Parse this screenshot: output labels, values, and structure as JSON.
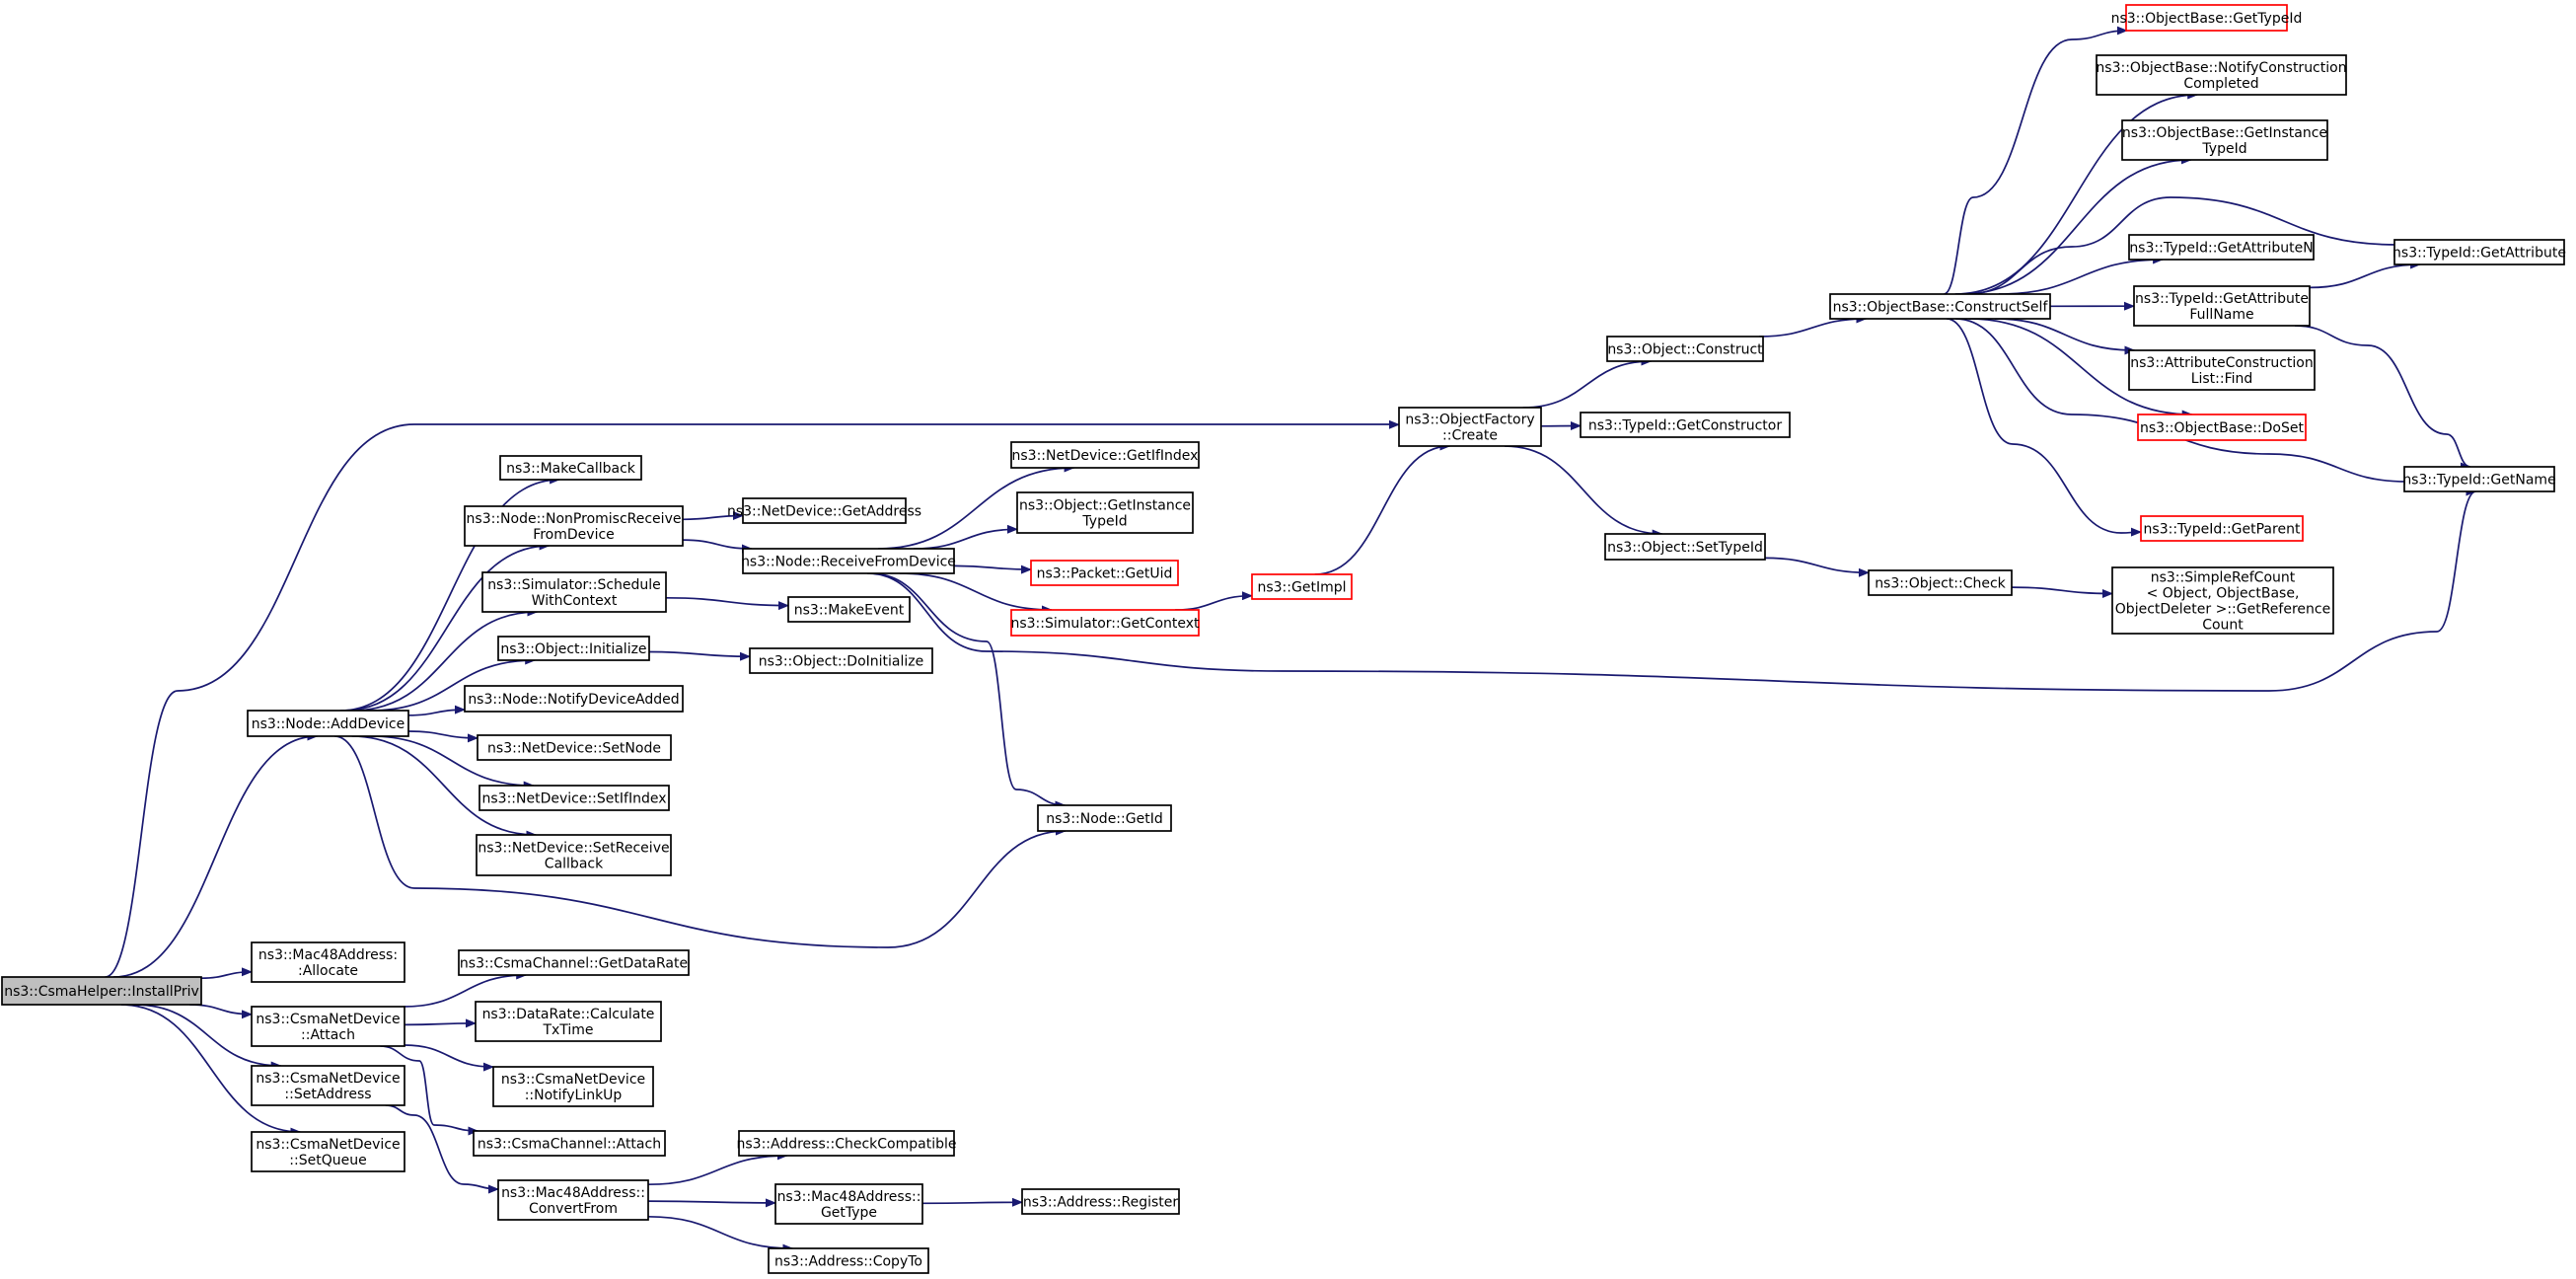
{
  "colors": {
    "edge": "#191970",
    "box_border": "#000000",
    "box_border_truncated": "#ff0000",
    "box_fill": "#ffffff",
    "root_fill": "#bfbfbf"
  },
  "nodes": [
    {
      "id": "root",
      "lines": [
        "ns3::CsmaHelper::InstallPriv"
      ],
      "style": "root"
    },
    {
      "id": "objfactory_create",
      "lines": [
        "ns3::ObjectFactory",
        "::Create"
      ],
      "style": "normal"
    },
    {
      "id": "makecallback",
      "lines": [
        "ns3::MakeCallback"
      ],
      "style": "normal"
    },
    {
      "id": "node_nonpromisc",
      "lines": [
        "ns3::Node::NonPromiscReceive",
        "FromDevice"
      ],
      "style": "normal"
    },
    {
      "id": "sim_schedule",
      "lines": [
        "ns3::Simulator::Schedule",
        "WithContext"
      ],
      "style": "normal"
    },
    {
      "id": "obj_initialize",
      "lines": [
        "ns3::Object::Initialize"
      ],
      "style": "normal"
    },
    {
      "id": "node_adddevice",
      "lines": [
        "ns3::Node::AddDevice"
      ],
      "style": "normal"
    },
    {
      "id": "node_notify",
      "lines": [
        "ns3::Node::NotifyDeviceAdded"
      ],
      "style": "normal"
    },
    {
      "id": "nd_setnode",
      "lines": [
        "ns3::NetDevice::SetNode"
      ],
      "style": "normal"
    },
    {
      "id": "nd_setifindex",
      "lines": [
        "ns3::NetDevice::SetIfIndex"
      ],
      "style": "normal"
    },
    {
      "id": "nd_setreceive",
      "lines": [
        "ns3::NetDevice::SetReceive",
        "Callback"
      ],
      "style": "normal"
    },
    {
      "id": "nd_getaddress",
      "lines": [
        "ns3::NetDevice::GetAddress"
      ],
      "style": "normal"
    },
    {
      "id": "node_receive",
      "lines": [
        "ns3::Node::ReceiveFromDevice"
      ],
      "style": "normal"
    },
    {
      "id": "nd_getifindex",
      "lines": [
        "ns3::NetDevice::GetIfIndex"
      ],
      "style": "normal"
    },
    {
      "id": "obj_getinstance",
      "lines": [
        "ns3::Object::GetInstance",
        "TypeId"
      ],
      "style": "normal"
    },
    {
      "id": "pkt_getuid",
      "lines": [
        "ns3::Packet::GetUid"
      ],
      "style": "truncated"
    },
    {
      "id": "sim_getcontext",
      "lines": [
        "ns3::Simulator::GetContext"
      ],
      "style": "truncated"
    },
    {
      "id": "makeevent",
      "lines": [
        "ns3::MakeEvent"
      ],
      "style": "normal"
    },
    {
      "id": "obj_doinit",
      "lines": [
        "ns3::Object::DoInitialize"
      ],
      "style": "normal"
    },
    {
      "id": "getimpl",
      "lines": [
        "ns3::GetImpl"
      ],
      "style": "truncated"
    },
    {
      "id": "node_getid",
      "lines": [
        "ns3::Node::GetId"
      ],
      "style": "normal"
    },
    {
      "id": "obj_construct",
      "lines": [
        "ns3::Object::Construct"
      ],
      "style": "normal"
    },
    {
      "id": "typeid_getctor",
      "lines": [
        "ns3::TypeId::GetConstructor"
      ],
      "style": "normal"
    },
    {
      "id": "obj_settypeid",
      "lines": [
        "ns3::Object::SetTypeId"
      ],
      "style": "normal"
    },
    {
      "id": "ob_constructself",
      "lines": [
        "ns3::ObjectBase::ConstructSelf"
      ],
      "style": "normal"
    },
    {
      "id": "obj_check",
      "lines": [
        "ns3::Object::Check"
      ],
      "style": "normal"
    },
    {
      "id": "ob_gettypeid",
      "lines": [
        "ns3::ObjectBase::GetTypeId"
      ],
      "style": "truncated"
    },
    {
      "id": "ob_notifyconstr",
      "lines": [
        "ns3::ObjectBase::NotifyConstruction",
        "Completed"
      ],
      "style": "normal"
    },
    {
      "id": "ob_getinstance",
      "lines": [
        "ns3::ObjectBase::GetInstance",
        "TypeId"
      ],
      "style": "normal"
    },
    {
      "id": "typeid_getattrn",
      "lines": [
        "ns3::TypeId::GetAttributeN"
      ],
      "style": "normal"
    },
    {
      "id": "typeid_getattrfull",
      "lines": [
        "ns3::TypeId::GetAttribute",
        "FullName"
      ],
      "style": "normal"
    },
    {
      "id": "attr_find",
      "lines": [
        "ns3::AttributeConstruction",
        "List::Find"
      ],
      "style": "normal"
    },
    {
      "id": "ob_doset",
      "lines": [
        "ns3::ObjectBase::DoSet"
      ],
      "style": "truncated"
    },
    {
      "id": "typeid_getparent",
      "lines": [
        "ns3::TypeId::GetParent"
      ],
      "style": "truncated"
    },
    {
      "id": "typeid_getattr",
      "lines": [
        "ns3::TypeId::GetAttribute"
      ],
      "style": "normal"
    },
    {
      "id": "typeid_getname",
      "lines": [
        "ns3::TypeId::GetName"
      ],
      "style": "normal"
    },
    {
      "id": "simplerefcount",
      "lines": [
        "ns3::SimpleRefCount",
        "< Object, ObjectBase,",
        "ObjectDeleter >::GetReference",
        "Count"
      ],
      "style": "normal"
    },
    {
      "id": "mac48_allocate",
      "lines": [
        "ns3::Mac48Address:",
        ":Allocate"
      ],
      "style": "normal"
    },
    {
      "id": "csmand_attach",
      "lines": [
        "ns3::CsmaNetDevice",
        "::Attach"
      ],
      "style": "normal"
    },
    {
      "id": "csmand_setaddress",
      "lines": [
        "ns3::CsmaNetDevice",
        "::SetAddress"
      ],
      "style": "normal"
    },
    {
      "id": "csmand_setqueue",
      "lines": [
        "ns3::CsmaNetDevice",
        "::SetQueue"
      ],
      "style": "normal"
    },
    {
      "id": "csmach_getdatarate",
      "lines": [
        "ns3::CsmaChannel::GetDataRate"
      ],
      "style": "normal"
    },
    {
      "id": "datarate_calc",
      "lines": [
        "ns3::DataRate::Calculate",
        "TxTime"
      ],
      "style": "normal"
    },
    {
      "id": "csmand_notifylinkup",
      "lines": [
        "ns3::CsmaNetDevice",
        "::NotifyLinkUp"
      ],
      "style": "normal"
    },
    {
      "id": "csmach_attach",
      "lines": [
        "ns3::CsmaChannel::Attach"
      ],
      "style": "normal"
    },
    {
      "id": "mac48_convertfrom",
      "lines": [
        "ns3::Mac48Address::",
        "ConvertFrom"
      ],
      "style": "normal"
    },
    {
      "id": "addr_checkcompat",
      "lines": [
        "ns3::Address::CheckCompatible"
      ],
      "style": "normal"
    },
    {
      "id": "mac48_gettype",
      "lines": [
        "ns3::Mac48Address::",
        "GetType"
      ],
      "style": "normal"
    },
    {
      "id": "addr_register",
      "lines": [
        "ns3::Address::Register"
      ],
      "style": "normal"
    },
    {
      "id": "addr_copyto",
      "lines": [
        "ns3::Address::CopyTo"
      ],
      "style": "normal"
    }
  ],
  "edges": [
    [
      "root",
      "objfactory_create"
    ],
    [
      "root",
      "node_adddevice"
    ],
    [
      "root",
      "mac48_allocate"
    ],
    [
      "root",
      "csmand_attach"
    ],
    [
      "root",
      "csmand_setaddress"
    ],
    [
      "root",
      "csmand_setqueue"
    ],
    [
      "node_adddevice",
      "makecallback"
    ],
    [
      "node_adddevice",
      "node_nonpromisc"
    ],
    [
      "node_adddevice",
      "sim_schedule"
    ],
    [
      "node_adddevice",
      "obj_initialize"
    ],
    [
      "node_adddevice",
      "node_notify"
    ],
    [
      "node_adddevice",
      "nd_setnode"
    ],
    [
      "node_adddevice",
      "nd_setifindex"
    ],
    [
      "node_adddevice",
      "nd_setreceive"
    ],
    [
      "node_adddevice",
      "node_getid"
    ],
    [
      "node_nonpromisc",
      "nd_getaddress"
    ],
    [
      "node_nonpromisc",
      "node_receive"
    ],
    [
      "node_receive",
      "nd_getifindex"
    ],
    [
      "node_receive",
      "obj_getinstance"
    ],
    [
      "node_receive",
      "pkt_getuid"
    ],
    [
      "node_receive",
      "sim_getcontext"
    ],
    [
      "node_receive",
      "node_getid"
    ],
    [
      "node_receive",
      "typeid_getname"
    ],
    [
      "sim_schedule",
      "makeevent"
    ],
    [
      "obj_initialize",
      "obj_doinit"
    ],
    [
      "sim_getcontext",
      "getimpl"
    ],
    [
      "getimpl",
      "objfactory_create"
    ],
    [
      "objfactory_create",
      "obj_construct"
    ],
    [
      "objfactory_create",
      "typeid_getctor"
    ],
    [
      "objfactory_create",
      "obj_settypeid"
    ],
    [
      "obj_construct",
      "ob_constructself"
    ],
    [
      "obj_settypeid",
      "obj_check"
    ],
    [
      "obj_check",
      "simplerefcount"
    ],
    [
      "ob_constructself",
      "ob_gettypeid"
    ],
    [
      "ob_constructself",
      "ob_notifyconstr"
    ],
    [
      "ob_constructself",
      "ob_getinstance"
    ],
    [
      "ob_constructself",
      "typeid_getattr"
    ],
    [
      "ob_constructself",
      "typeid_getattrn"
    ],
    [
      "ob_constructself",
      "typeid_getattrfull"
    ],
    [
      "ob_constructself",
      "attr_find"
    ],
    [
      "ob_constructself",
      "ob_doset"
    ],
    [
      "ob_constructself",
      "typeid_getparent"
    ],
    [
      "ob_constructself",
      "typeid_getname"
    ],
    [
      "typeid_getattrfull",
      "typeid_getattr"
    ],
    [
      "typeid_getattrfull",
      "typeid_getname"
    ],
    [
      "csmand_attach",
      "csmach_getdatarate"
    ],
    [
      "csmand_attach",
      "datarate_calc"
    ],
    [
      "csmand_attach",
      "csmand_notifylinkup"
    ],
    [
      "csmand_attach",
      "csmach_attach"
    ],
    [
      "csmand_setaddress",
      "mac48_convertfrom"
    ],
    [
      "mac48_convertfrom",
      "addr_checkcompat"
    ],
    [
      "mac48_convertfrom",
      "mac48_gettype"
    ],
    [
      "mac48_convertfrom",
      "addr_copyto"
    ],
    [
      "mac48_gettype",
      "addr_register"
    ]
  ]
}
